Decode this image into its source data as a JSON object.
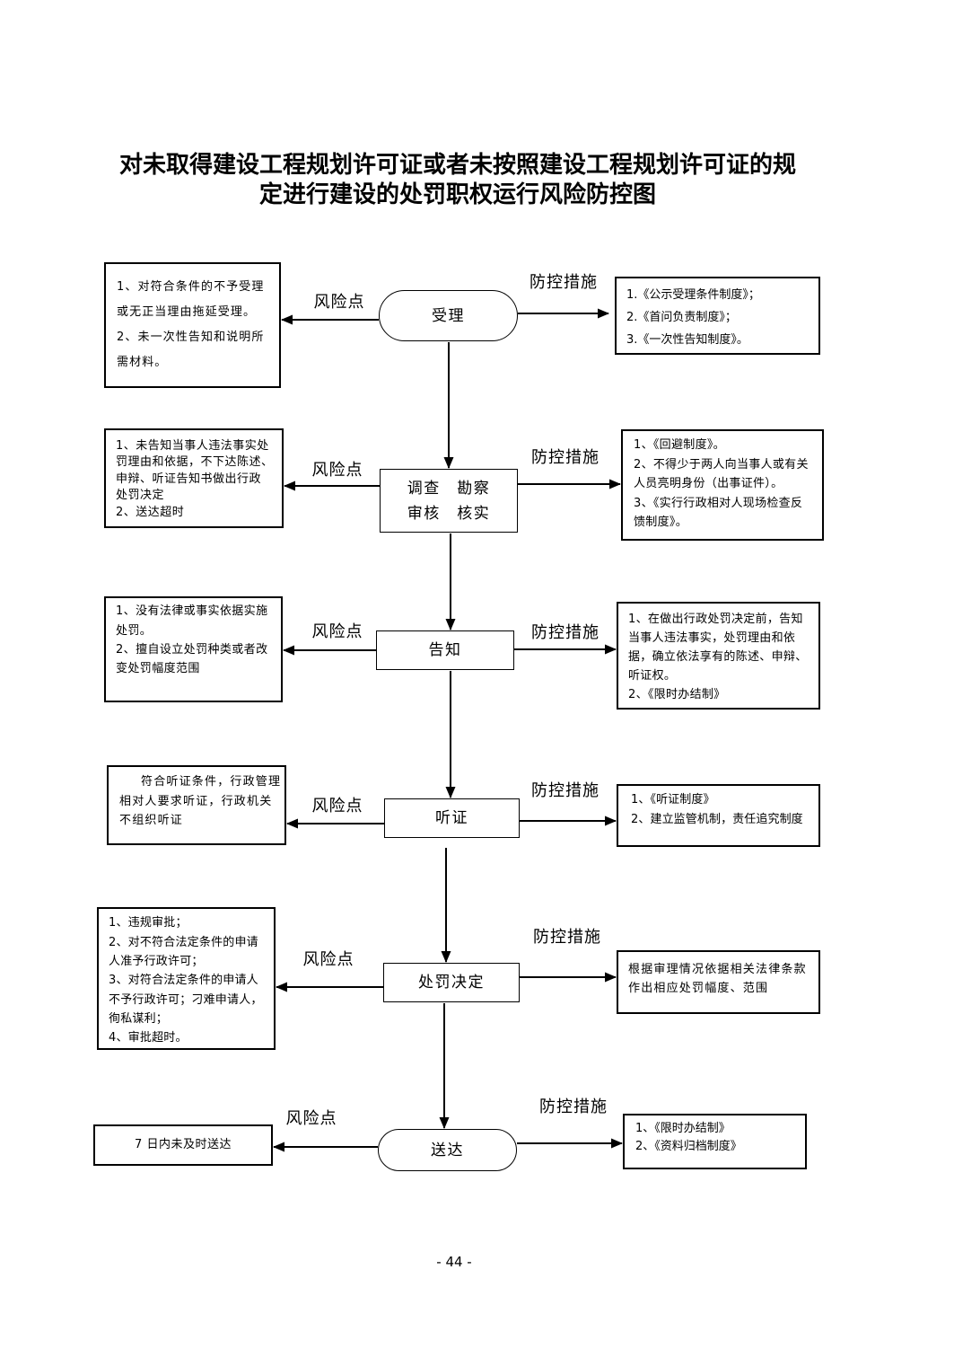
{
  "title": {
    "line1": "对未取得建设工程规划许可证或者未按照建设工程规划许可证的规",
    "line2": "定进行建设的处罚职权运行风险防控图"
  },
  "labels": {
    "risk": "风险点",
    "measures": "防控措施"
  },
  "steps": [
    {
      "node": [
        "受理"
      ],
      "risk_points": [
        "1、对符合条件的不予受理",
        "或无正当理由拖延受理。",
        "2、未一次性告知和说明所",
        "需材料。"
      ],
      "measures": [
        "1.《公示受理条件制度》；",
        "2.《首问负责制度》；",
        "3.《一次性告知制度》。"
      ]
    },
    {
      "node": [
        "调查　勘察",
        "审核　核实"
      ],
      "risk_points": [
        "1、未告知当事人违法事实处",
        "罚理由和依据，不下达陈述、",
        "申辩、听证告知书做出行政",
        "处罚决定",
        "2、送达超时"
      ],
      "measures": [
        "1、《回避制度》。",
        "2、不得少于两人向当事人或有关",
        "人员亮明身份（出事证件）。",
        "3、《实行行政相对人现场检查反",
        "馈制度》。"
      ]
    },
    {
      "node": [
        "告知"
      ],
      "risk_points": [
        "1、没有法律或事实依据实施",
        "处罚。",
        "2、擅自设立处罚种类或者改",
        "变处罚幅度范围"
      ],
      "measures": [
        "1、在做出行政处罚决定前，告知",
        "当事人违法事实，处罚理由和依",
        "据，确立依法享有的陈述、申辩、",
        "听证权。",
        "2、《限时办结制》"
      ]
    },
    {
      "node": [
        "听证"
      ],
      "risk_points": [
        "符合听证条件，行政管理",
        "相对人要求听证，行政机关",
        "不组织听证"
      ],
      "measures": [
        "1、《听证制度》",
        "2、建立监管机制，责任追究制度"
      ]
    },
    {
      "node": [
        "处罚决定"
      ],
      "risk_points": [
        "1、违规审批；",
        "2、对不符合法定条件的申请",
        "人准予行政许可；",
        "3、对符合法定条件的申请人",
        "不予行政许可；刁难申请人，",
        "徇私谋利；",
        "4、审批超时。"
      ],
      "measures": [
        "根据审理情况依据相关法律条款",
        "作出相应处罚幅度、范围"
      ]
    },
    {
      "node": [
        "送达"
      ],
      "risk_points": [
        "7 日内未及时送达"
      ],
      "measures": [
        "1、《限时办结制》",
        "2、《资料归档制度》"
      ]
    }
  ],
  "page_number": "- 44 -"
}
